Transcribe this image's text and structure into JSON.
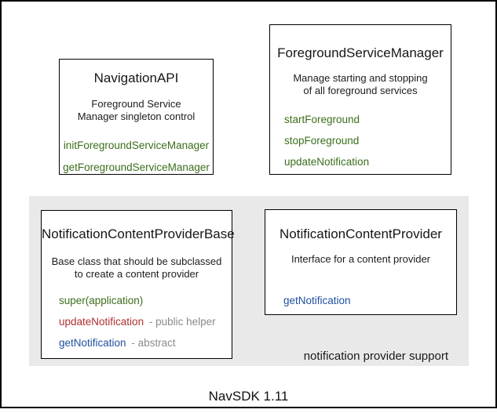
{
  "colors": {
    "green": "#3c6e1b",
    "red": "#b03032",
    "blue": "#1f4f9e",
    "gray": "#8a8a8a",
    "panel_bg": "#e9e9e9"
  },
  "footer": {
    "label": "NavSDK 1.11"
  },
  "panel": {
    "caption": "notification provider support"
  },
  "classes": {
    "navigation_api": {
      "title": "NavigationAPI",
      "description": [
        "Foreground Service",
        "Manager singleton control"
      ],
      "methods": [
        {
          "name": "initForegroundServiceManager"
        },
        {
          "name": "getForegroundServiceManager"
        }
      ]
    },
    "foreground_service_manager": {
      "title": "ForegroundServiceManager",
      "description": [
        "Manage starting and stopping",
        "of all foreground services"
      ],
      "methods": [
        {
          "name": "startForeground"
        },
        {
          "name": "stopForeground"
        },
        {
          "name": "updateNotification"
        }
      ]
    },
    "notification_content_provider_base": {
      "title": "NotificationContentProviderBase",
      "description": [
        "Base class that should be subclassed",
        "to create a content provider"
      ],
      "methods": [
        {
          "name": "super(application)",
          "suffix": ""
        },
        {
          "name": "updateNotification",
          "suffix": "- public helper"
        },
        {
          "name": "getNotification",
          "suffix": "- abstract"
        }
      ]
    },
    "notification_content_provider": {
      "title": "NotificationContentProvider",
      "description": [
        "Interface for a content provider"
      ],
      "methods": [
        {
          "name": "getNotification"
        }
      ]
    }
  }
}
